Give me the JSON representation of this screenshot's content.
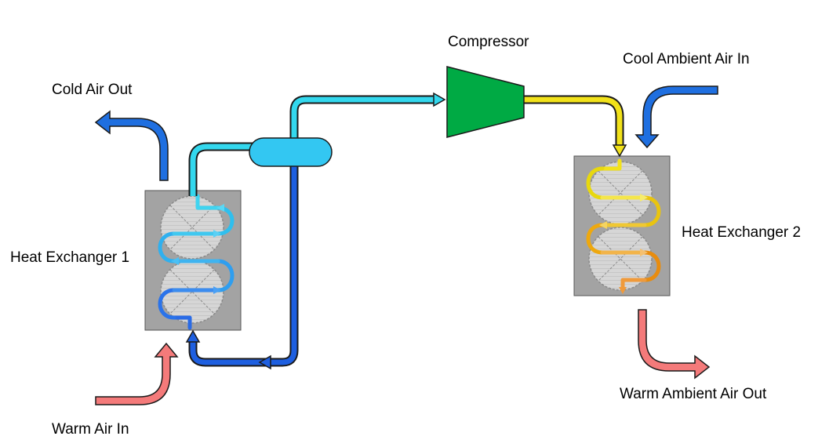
{
  "labels": {
    "compressor": "Compressor",
    "cool_ambient_in": "Cool Ambient Air In",
    "cold_air_out": "Cold Air Out",
    "heat_exchanger_1": "Heat Exchanger 1",
    "heat_exchanger_2": "Heat Exchanger 2",
    "warm_ambient_out": "Warm Ambient Air Out",
    "warm_air_in": "Warm Air In"
  },
  "colors": {
    "warm_air": "#f47a7a",
    "cold_air": "#1f6fe0",
    "refrigerant_cold": "#33d0ee",
    "refrigerant_return": "#1e5fe0",
    "refrigerant_hot": "#f2e21a",
    "compressor": "#00aa44",
    "separator": "#33c7f2",
    "exchanger_body": "#a3a3a3"
  }
}
